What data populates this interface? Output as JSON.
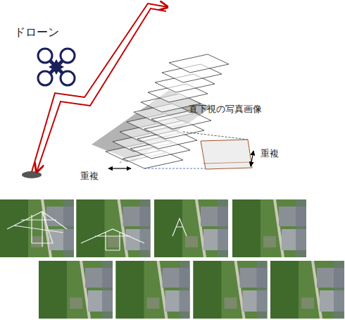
{
  "diagram": {
    "labels": [
      "ドローン",
      "直下視の写真画像",
      "重複",
      "重複"
    ]
  }
}
